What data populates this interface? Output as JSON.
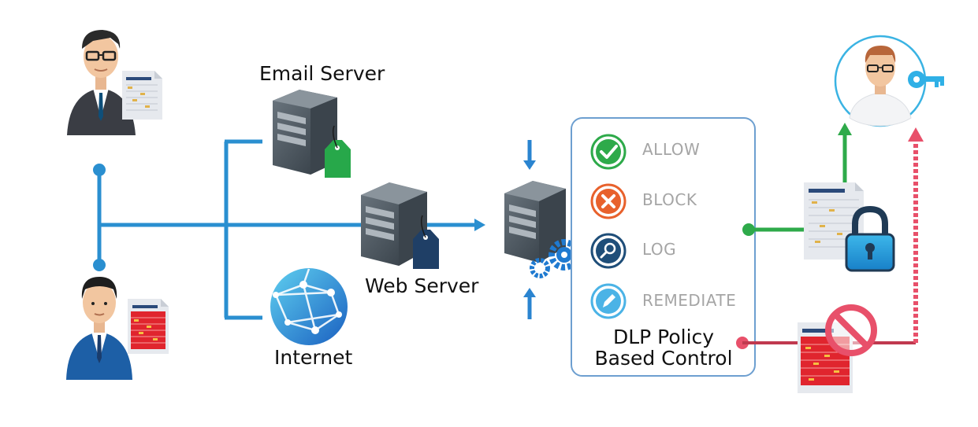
{
  "labels": {
    "email_server": "Email  Server",
    "web_server": "Web  Server",
    "internet": "Internet"
  },
  "policy": {
    "items": [
      {
        "label": "ALLOW",
        "icon": "check-icon",
        "color": "#2eaa4a"
      },
      {
        "label": "BLOCK",
        "icon": "x-icon",
        "color": "#e8612c"
      },
      {
        "label": "LOG",
        "icon": "magnifier-icon",
        "color": "#1f4e79"
      },
      {
        "label": "REMEDIATE",
        "icon": "pencil-icon",
        "color": "#4bb3e6"
      }
    ],
    "title_line1": "DLP  Policy",
    "title_line2": "Based  Control"
  },
  "colors": {
    "flow_blue": "#2a8fd0",
    "allow_green": "#2eaa4a",
    "block_pink": "#e8506a",
    "server_dark": "#4a5560",
    "tag_green": "#27a84a",
    "tag_navy": "#1f3f66"
  }
}
